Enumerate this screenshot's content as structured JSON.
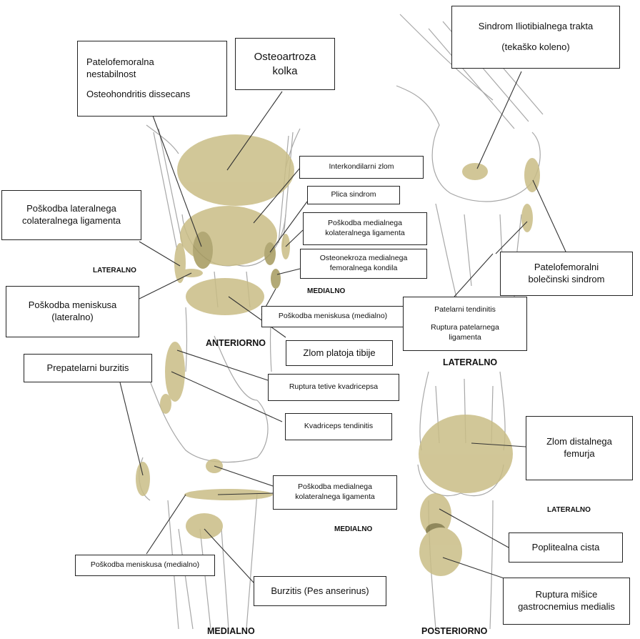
{
  "colors": {
    "highlight": "#c9bd86",
    "sketch": "#8a8a8a",
    "leader": "#333333"
  },
  "views": {
    "anterior": "ANTERIORNO",
    "lateral": "LATERALNO",
    "medial": "MEDIALNO",
    "posterior": "POSTERIORNO"
  },
  "sides": {
    "lateral_small_1": "LATERALNO",
    "medial_small_1": "MEDIALNO",
    "medial_small_2": "MEDIALNO",
    "lateral_small_2": "LATERALNO"
  },
  "labels": {
    "sindrom_itb": [
      "Sindrom Iliotibialnega trakta",
      "(tekaško koleno)"
    ],
    "patelofemoralna": [
      "Patelofemoralna",
      "nestabilnost",
      "Osteohondritis dissecans"
    ],
    "osteoartroza": [
      "Osteoartroza",
      "kolka"
    ],
    "interkondilarni": [
      "Interkondilarni zlom"
    ],
    "plica": [
      "Plica sindrom"
    ],
    "lateral_lig": [
      "Poškodba lateralnega",
      "colateralnega ligamenta"
    ],
    "medial_lig_1": [
      "Poškodba medialnega",
      "kolateralnega ligamenta"
    ],
    "osteonekroza": [
      "Osteonekroza medialnega",
      "femoralnega kondila"
    ],
    "meniskus_lat": [
      "Poškodba meniskusa",
      "(lateralno)"
    ],
    "meniskus_med_1": [
      "Poškodba meniskusa (medialno)"
    ],
    "patelofemoralni_bol": [
      "Patelofemoralni",
      "bolečinski sindrom"
    ],
    "patelarni": [
      "Patelarni tendinitis",
      "Ruptura patelarnega",
      "ligamenta"
    ],
    "zlom_platoja": [
      "Zlom platoja tibije"
    ],
    "prepatelarni": [
      "Prepatelarni burzitis"
    ],
    "ruptura_tetive": [
      "Ruptura tetive kvadricepsa"
    ],
    "kvadriceps": [
      "Kvadriceps tendinitis"
    ],
    "zlom_distalnega": [
      "Zlom distalnega",
      "femurja"
    ],
    "medial_lig_2": [
      "Poškodba medialnega",
      "kolateralnega ligamenta"
    ],
    "poplitealna": [
      "Poplitealna cista"
    ],
    "meniskus_med_2": [
      "Poškodba meniskusa (medialno)"
    ],
    "burzitis_pes": [
      "Burzitis (Pes anserinus)"
    ],
    "ruptura_misice": [
      "Ruptura mišice",
      "gastrocnemius medialis"
    ]
  }
}
